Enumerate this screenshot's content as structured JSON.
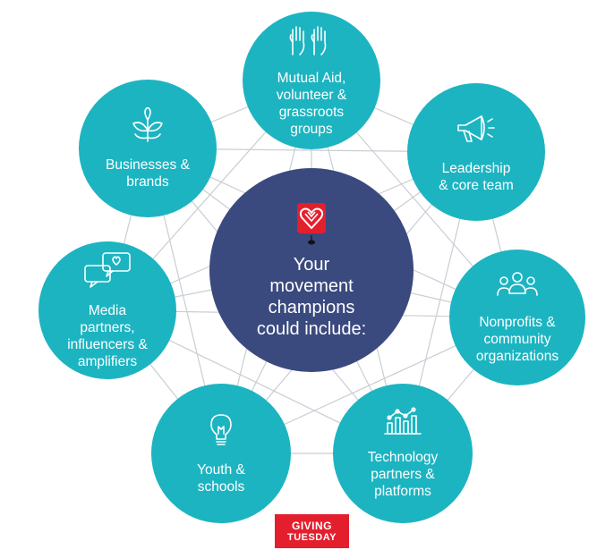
{
  "center": {
    "text": "Your\nmovement\nchampions\ncould include:",
    "icon": "heart-gift-icon"
  },
  "nodes": [
    {
      "id": "mutual-aid",
      "text": "Mutual Aid,\nvolunteer &\ngrassroots\ngroups",
      "icon": "raised-hands-icon"
    },
    {
      "id": "leadership",
      "text": "Leadership\n& core team",
      "icon": "megaphone-icon"
    },
    {
      "id": "nonprofits",
      "text": "Nonprofits &\ncommunity\norganizations",
      "icon": "people-group-icon"
    },
    {
      "id": "technology",
      "text": "Technology\npartners &\nplatforms",
      "icon": "chart-analytics-icon"
    },
    {
      "id": "youth",
      "text": "Youth &\nschools",
      "icon": "lightbulb-icon"
    },
    {
      "id": "media",
      "text": "Media\npartners,\ninfluencers &\namplifiers",
      "icon": "speech-bubbles-icon"
    },
    {
      "id": "businesses",
      "text": "Businesses &\nbrands",
      "icon": "plant-leaves-icon"
    }
  ],
  "logo": {
    "line1": "GIVING",
    "line2": "TUESDAY"
  },
  "colors": {
    "node": "#1cb4c1",
    "center": "#3a4a7f",
    "web": "#c9ced3",
    "logo": "#e41f2d"
  }
}
